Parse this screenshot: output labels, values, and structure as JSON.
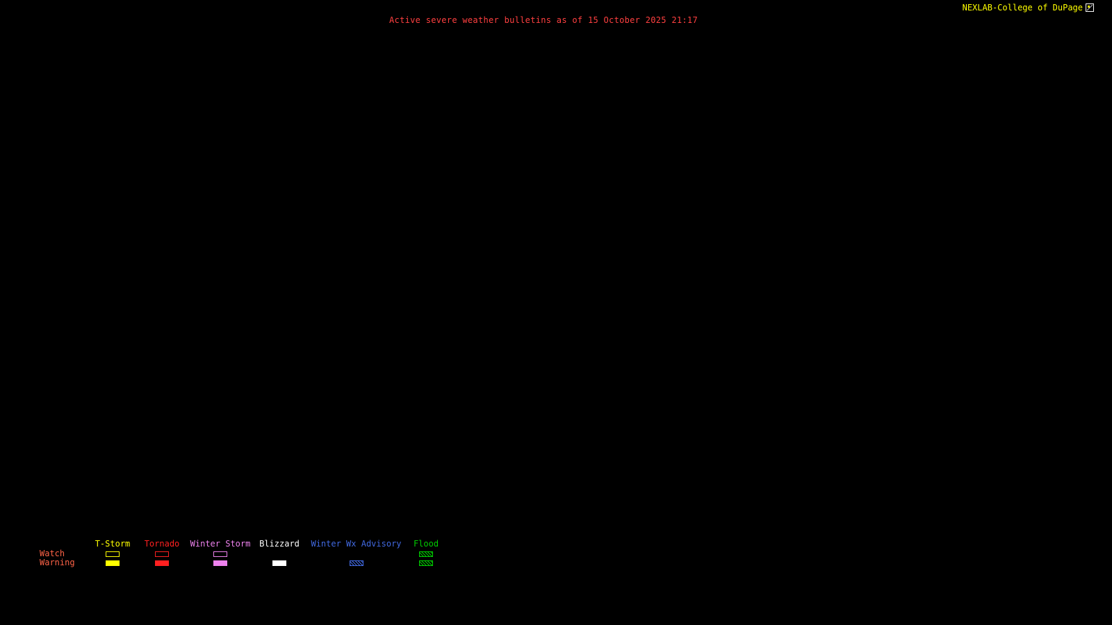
{
  "header": {
    "title": "Active severe weather bulletins as of 15 October 2025 21:17",
    "brand": "NEXLAB-College of DuPage",
    "brand_icon": "logo-icon"
  },
  "colors": {
    "background": "#000000",
    "title": "#ff4040",
    "brand": "#ffff00",
    "row_labels": "#ff6347"
  },
  "legend": {
    "watch_label": "Watch",
    "warning_label": "Warning",
    "columns": [
      {
        "id": "tstorm",
        "label": "T-Storm",
        "color": "#ffff00",
        "watch": "outline",
        "warning": "solid"
      },
      {
        "id": "tornado",
        "label": "Tornado",
        "color": "#ff2020",
        "watch": "outline",
        "warning": "solid"
      },
      {
        "id": "winter-storm",
        "label": "Winter Storm",
        "color": "#ee82ee",
        "watch": "outline",
        "warning": "solid"
      },
      {
        "id": "blizzard",
        "label": "Blizzard",
        "color": "#ffffff",
        "watch": "none",
        "warning": "solid"
      },
      {
        "id": "winter-wx-advisory",
        "label": "Winter Wx Advisory",
        "color": "#4169e1",
        "watch": "none",
        "warning": "hatch"
      },
      {
        "id": "flood",
        "label": "Flood",
        "color": "#00cc00",
        "watch": "hatch",
        "warning": "hatch"
      }
    ]
  }
}
